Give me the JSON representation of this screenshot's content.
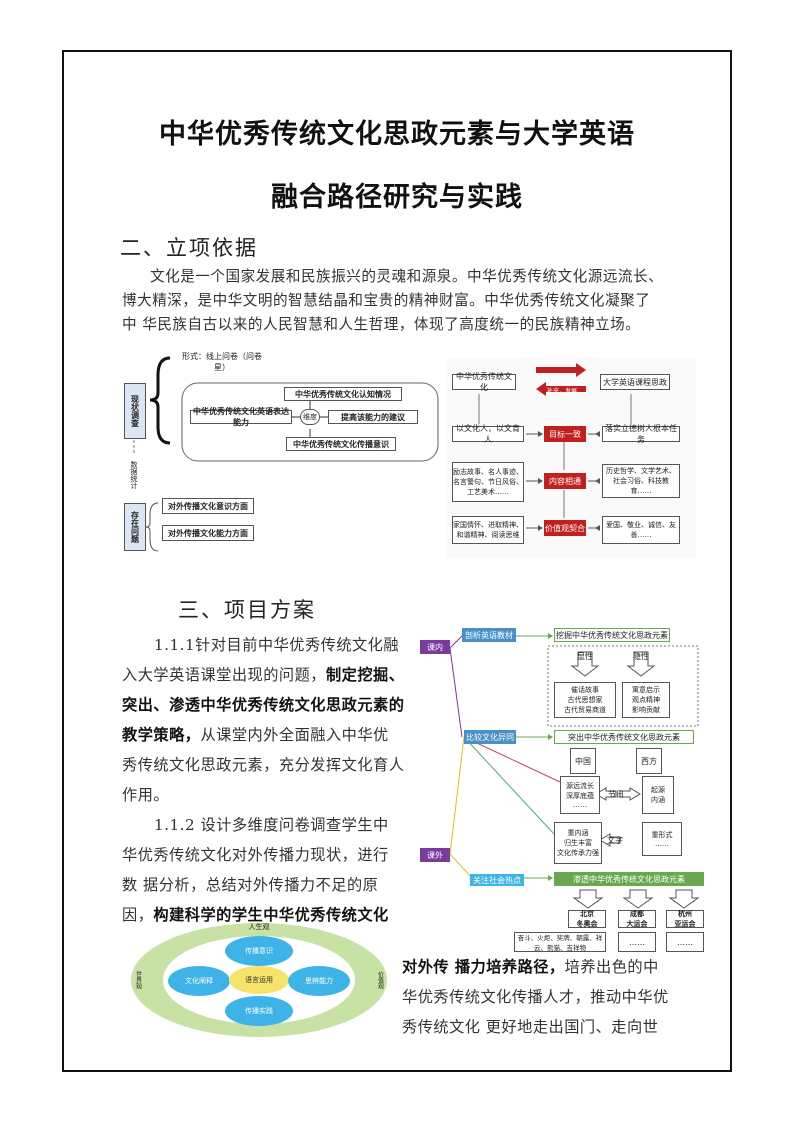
{
  "doc": {
    "title_line1": "中华优秀传统文化思政元素与大学英语",
    "title_line2": "融合路径研究与实践",
    "section2_heading": "二、立项依据",
    "section2_para_l1": "文化是一个国家发展和民族振兴的灵魂和源泉。中华优秀传统文化源远流长、",
    "section2_para_l2": "博大精深，是中华文明的智慧结晶和宝贵的精神财富。中华优秀传统文化凝聚了",
    "section2_para_l3": "中 华民族自古以来的人民智慧和人生哲理，体现了高度统一的民族精神立场。",
    "section3_heading": "三、项目方案",
    "p111_l1": "1.1.1针对目前中华优秀传统文化融",
    "p111_l2": "入大学英语课堂出现的问题，",
    "p111_l2b": "制定挖掘、",
    "p111_l3": "突出、渗透中华优秀传统文化思政元素的",
    "p111_l4": "教学策略，",
    "p111_l4b": "从课堂内外全面融入中华优",
    "p111_l5": "秀传统文化思政元素，充分发挥文化育人",
    "p111_l6": "作用。",
    "p112_l1": "1.1.2 设计多维度问卷调查学生中",
    "p112_l2": "华优秀传统文化对外传播力现状，进行",
    "p112_l3": "数 据分析，总结对外传播力不足的原",
    "p112_l4": "因，",
    "p112_l4b": "构建科学的学生中华优秀传统文化",
    "p112_l5": "对外传 播力培养路径，",
    "p112_l5b": "培养出色的中",
    "p112_l6": "华优秀传统文化传播人才，推动中华优",
    "p112_l7": "秀传统文化 更好地走出国门、走向世"
  },
  "diag1": {
    "form": "形式：线上问卷（问卷星）",
    "status": "现状调查",
    "mid": "数据统计",
    "problems": "存在问题",
    "r1": "中华优秀传统文化认知情况",
    "r2": "中华优秀传统文化英语表达能力",
    "r3": "维度",
    "r4": "提高该能力的建议",
    "r5": "中华优秀传统文化传播意识",
    "p1": "对外传播文化意识方面",
    "p2": "对外传播文化能力方面"
  },
  "diag2": {
    "a1": "中华优秀传统文化",
    "a2": "创新，补充",
    "a3": "补充，发展",
    "a4": "大学英语课程思政",
    "b1": "以文化人，以文育人",
    "b2": "目标一致",
    "b3": "落实立德树人根本任务",
    "c1": "励志故事、名人事迹、名言警句、节日风俗、工艺美术……",
    "c2": "内容相通",
    "c3": "历史哲学、文学艺术、社会习俗、科技教育……",
    "d1": "家国情怀、进取精神、和谐精神、阅读思维",
    "d2": "价值观契合",
    "d3": "爱国、敬业、诚信、友善……"
  },
  "diag3": {
    "inclass": "课内",
    "outclass": "课外",
    "n1": "剖析英语教材",
    "n2": "挖掘中华优秀传统文化思政元素",
    "n3": "显性",
    "n4": "隐性",
    "n5": "催话故事\n古代思想家\n古代贸易商道",
    "n6": "寓意启示\n观点精神\n影响贡献",
    "n7": "比较文化异同",
    "n8": "突出中华优秀传统文化思政元素",
    "n9": "中国",
    "n10": "西方",
    "n11": "源远流长\n深厚底蕴\n……",
    "n12": "节日",
    "n13": "起源\n内涵",
    "n14": "重内涵\n归生丰富\n文化传承力强",
    "n15": "文字",
    "n16": "重形式\n……",
    "n17": "关注社会热点",
    "n18": "渗透中华优秀传统文化思政元素",
    "n19": "北京\n冬奥会",
    "n20": "成都\n大运会",
    "n21": "杭州\n亚运会",
    "n22": "奋斗、火炬、奖牌、朝露、祥云、熊猫、吉祥物",
    "n23": "……",
    "n24": "……"
  },
  "diag4": {
    "top": "人生观",
    "inner_top": "传播意识",
    "left": "文化阐释",
    "center": "语言运用",
    "right": "思辨能力",
    "bottom": "传播实践",
    "left_ring": "世界观",
    "right_ring": "价值观"
  },
  "colors": {
    "red": "#c0201f",
    "purple": "#7a3aa0",
    "green": "#6aa84f",
    "blue": "#4a90c8",
    "cyan": "#3db3e8",
    "ring": "#c8e2a6"
  }
}
